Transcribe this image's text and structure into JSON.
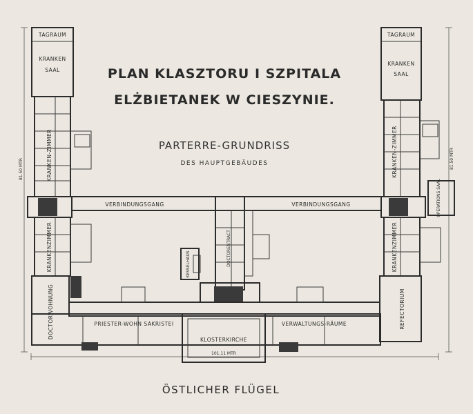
{
  "title": {
    "line1": "PLAN KLASZTORU I SZPITALA",
    "line2": "ELŻBIETANEK W CIESZYNIE."
  },
  "subtitle": {
    "main": "PARTERRE-GRUNDRISS",
    "secondary": "DES HAUPTGEBÄUDES"
  },
  "wing_label": "ÖSTLICHER FLÜGEL",
  "rooms": {
    "tagraum_left": "TAGRAUM",
    "tagraum_right": "TAGRAUM",
    "kranken_left": "KRANKEN",
    "saal_left": "SAAL",
    "kranken_right": "KRANKEN",
    "saal_right": "SAAL",
    "kranken_zimmer_left_upper": "KRANKEN-ZIMMER",
    "kranken_zimmer_left_lower": "KRANKENZIMMER",
    "kranken_zimmer_right_upper": "KRANKEN-ZIMMER",
    "kranken_zimmer_right_lower": "KRANKENZIMMER",
    "verbindungsgang_left": "VERBINDUNGSGANG",
    "verbindungsgang_right": "VERBINDUNGSGANG",
    "operations_saal": "OPERATIONS SAAL",
    "doctorentract": "DOCTORENTRACT",
    "kesselhaus": "KESSELHAUS",
    "doctorwohnung": "DOCTORWOHNUNG",
    "priester_wohn_sakristei": "PRIESTER-WOHN SAKRISTEI",
    "klosterkirche": "KLOSTERKIRCHE",
    "verwaltungs_raume": "VERWALTUNGS-RÄUME",
    "refectorium": "REFECTORIUM"
  },
  "dimensions": {
    "left_height": "81.50 MTR",
    "right_height": "81.50 MTR",
    "bottom_width": "101.11 MTR"
  },
  "colors": {
    "paper": "#ece8e1",
    "ink": "#2b2b2b"
  }
}
